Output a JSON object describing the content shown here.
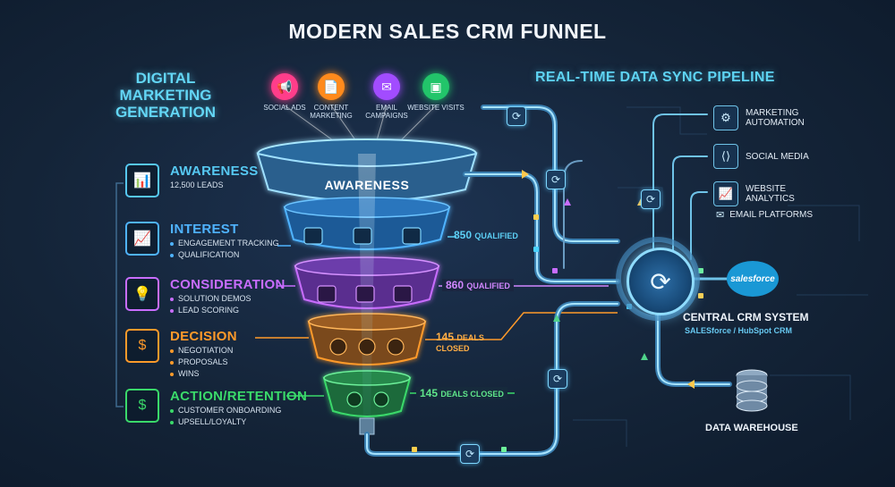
{
  "title": "MODERN SALES CRM FUNNEL",
  "left_title": "DIGITAL MARKETING GENERATION",
  "right_title": "REAL-TIME DATA SYNC PIPELINE",
  "sources": [
    {
      "label": "SOCIAL ADS",
      "icon": "megaphone-icon",
      "glyph": "📢",
      "color": "#ff3d8a"
    },
    {
      "label": "CONTENT MARKETING",
      "icon": "document-icon",
      "glyph": "📄",
      "color": "#ff8a1c"
    },
    {
      "label": "EMAIL CAMPAIGNS",
      "icon": "envelope-icon",
      "glyph": "✉",
      "color": "#a24cff"
    },
    {
      "label": "WEBSITE VISITS",
      "icon": "browser-icon",
      "glyph": "▣",
      "color": "#22c56a"
    }
  ],
  "stages": [
    {
      "name": "AWARENESS",
      "sub": [
        "12,500 LEADS"
      ],
      "color": "#56c8f2",
      "icon": "bar-chart-icon",
      "glyph": "📊"
    },
    {
      "name": "INTEREST",
      "sub": [
        "ENGAGEMENT TRACKING",
        "QUALIFICATION"
      ],
      "color": "#4fb3ff",
      "icon": "line-chart-icon",
      "glyph": "📈"
    },
    {
      "name": "CONSIDERATION",
      "sub": [
        "SOLUTION DEMOS",
        "LEAD SCORING"
      ],
      "color": "#c86dff",
      "icon": "lightbulb-icon",
      "glyph": "💡"
    },
    {
      "name": "DECISION",
      "sub": [
        "NEGOTIATION",
        "PROPOSALS",
        "WINS"
      ],
      "color": "#ff9a2a",
      "icon": "money-hand-icon",
      "glyph": "$"
    },
    {
      "name": "ACTION/RETENTION",
      "sub": [
        "CUSTOMER ONBOARDING",
        "UPSELL/LOYALTY"
      ],
      "color": "#3ad96a",
      "icon": "dollar-cycle-icon",
      "glyph": "$"
    }
  ],
  "funnel_label": "AWARENESS",
  "metrics": [
    {
      "value": "850",
      "unit": "QUALIFIED",
      "color": "#5ccff5"
    },
    {
      "value": "860",
      "unit": "QUALIFIED",
      "color": "#d187ff"
    },
    {
      "value": "145",
      "unit": "DEALS CLOSED",
      "color": "#ffae45"
    },
    {
      "value": "145",
      "unit": "DEALS CLOSED",
      "color": "#5fe68a"
    }
  ],
  "destinations": [
    {
      "label": "MARKETING AUTOMATION",
      "icon": "gear-icon",
      "glyph": "⚙"
    },
    {
      "label": "SOCIAL MEDIA",
      "icon": "share-icon",
      "glyph": "⟨⟩"
    },
    {
      "label": "WEBSITE ANALYTICS",
      "icon": "analytics-icon",
      "glyph": "📈"
    },
    {
      "label": "EMAIL PLATFORMS",
      "icon": "email-icon",
      "glyph": "✉"
    }
  ],
  "crm": {
    "title": "CENTRAL CRM SYSTEM",
    "subtitle": "SALESforce / HubSpot CRM",
    "logo_text": "salesforce"
  },
  "warehouse": {
    "title": "DATA WAREHOUSE"
  },
  "sync_glyph": "⟳"
}
